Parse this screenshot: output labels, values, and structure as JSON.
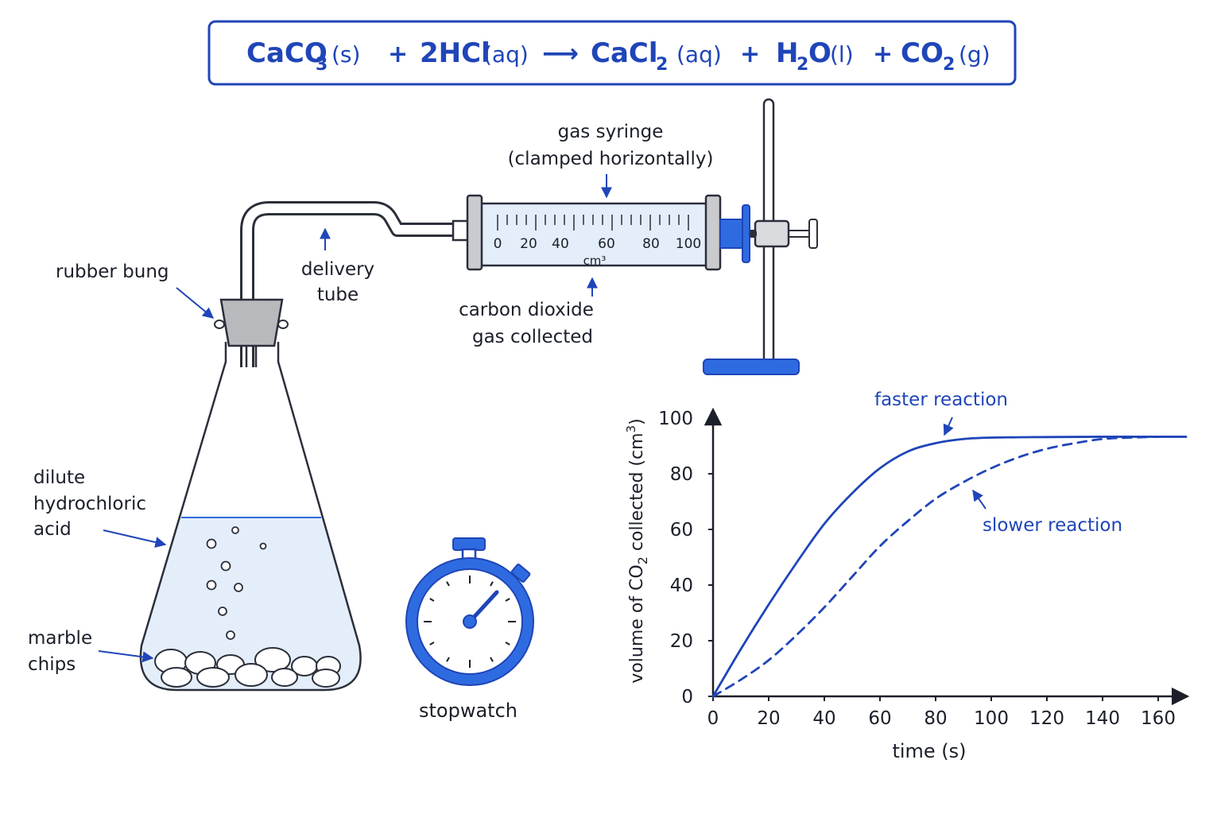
{
  "equation": {
    "reactant1": "CaCO",
    "reactant1_sub": "3",
    "reactant1_state": "(s)",
    "plus1": "+",
    "reactant2": "2HCl",
    "reactant2_state": "(aq)",
    "arrow": "⟶",
    "product1": "CaCl",
    "product1_sub": "2",
    "product1_state": "(aq)",
    "plus2": "+",
    "product2": "H",
    "product2_sub": "2",
    "product2_tail": "O",
    "product2_state": "(l)",
    "plus3": "+",
    "product3": "CO",
    "product3_sub": "2",
    "product3_state": "(g)"
  },
  "labels": {
    "rubber_bung": "rubber bung",
    "delivery_tube_1": "delivery",
    "delivery_tube_2": "tube",
    "gas_syringe_1": "gas syringe",
    "gas_syringe_2": "(clamped horizontally)",
    "co2_collected_1": "carbon dioxide",
    "co2_collected_2": "gas collected",
    "acid_1": "dilute",
    "acid_2": "hydrochloric",
    "acid_3": "acid",
    "marble_1": "marble",
    "marble_2": "chips",
    "stopwatch": "stopwatch"
  },
  "syringe": {
    "scale": [
      "0",
      "20",
      "40",
      "60",
      "80",
      "100"
    ],
    "unit": "cm³"
  },
  "colors": {
    "accent": "#1f45b8",
    "liquid": "#e3eefa",
    "bung": "#b7b9bd",
    "plunger": "#2f6be0"
  },
  "chart_data": {
    "type": "line",
    "xlabel": "time (s)",
    "ylabel_pre": "volume of CO",
    "ylabel_sub": "2",
    "ylabel_post": " collected (cm",
    "ylabel_sup": "3",
    "ylabel_end": ")",
    "xlim": [
      0,
      170
    ],
    "ylim": [
      0,
      100
    ],
    "xticks": [
      0,
      20,
      40,
      60,
      80,
      100,
      120,
      140,
      160
    ],
    "yticks": [
      0,
      20,
      40,
      60,
      80,
      100
    ],
    "series": [
      {
        "name": "faster reaction",
        "style": "solid",
        "x": [
          0,
          10,
          20,
          30,
          40,
          50,
          60,
          70,
          80,
          90,
          100,
          120,
          140,
          160,
          170
        ],
        "y": [
          0,
          17,
          33,
          48,
          62,
          73,
          82,
          88,
          91,
          92.5,
          93,
          93.2,
          93.3,
          93.3,
          93.3
        ]
      },
      {
        "name": "slower reaction",
        "style": "dashed",
        "x": [
          0,
          10,
          20,
          30,
          40,
          50,
          60,
          70,
          80,
          90,
          100,
          110,
          120,
          130,
          140,
          150,
          160
        ],
        "y": [
          0,
          6,
          13,
          22,
          32,
          43,
          54,
          63,
          71,
          77,
          82,
          86,
          89,
          91,
          92.5,
          93,
          93.3
        ]
      }
    ]
  }
}
